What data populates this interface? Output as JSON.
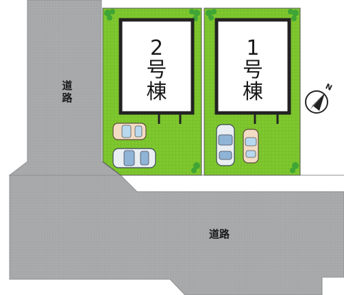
{
  "roads": {
    "vertical_label_chars": [
      "道",
      "路"
    ],
    "horizontal_label": "道路"
  },
  "lots": [
    {
      "id": "lot-2",
      "number": "2",
      "suffix_chars": [
        "号",
        "棟"
      ],
      "parking_spaces": 2
    },
    {
      "id": "lot-1",
      "number": "1",
      "suffix_chars": [
        "号",
        "棟"
      ],
      "parking_spaces": 2
    }
  ],
  "compass": {
    "symbol": "N",
    "icon": "compass-north-icon"
  },
  "colors": {
    "road": "#a9a9a9",
    "lawn": "#7ecb2e",
    "shrub": "#3fa535",
    "outline": "#222222"
  }
}
